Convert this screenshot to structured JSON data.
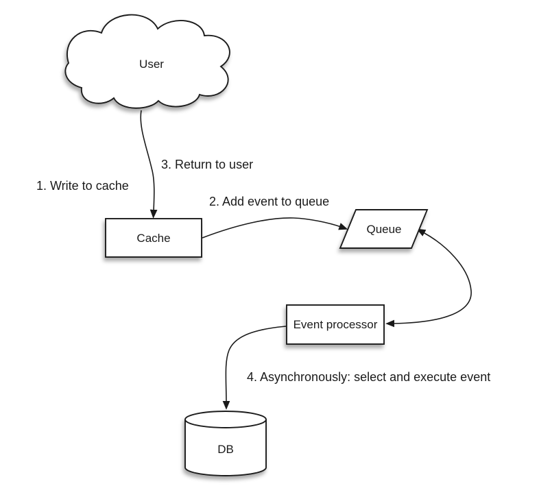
{
  "diagram": {
    "type": "flow-diagram",
    "nodes": {
      "user": {
        "label": "User",
        "shape": "cloud"
      },
      "cache": {
        "label": "Cache",
        "shape": "rectangle"
      },
      "queue": {
        "label": "Queue",
        "shape": "parallelogram"
      },
      "event_processor": {
        "label": "Event processor",
        "shape": "rectangle"
      },
      "db": {
        "label": "DB",
        "shape": "cylinder"
      }
    },
    "steps": {
      "step1": "1. Write to cache",
      "step2": "2. Add event to queue",
      "step3": "3. Return to user",
      "step4": "4. Asynchronously: select and execute event"
    },
    "edges": [
      {
        "from": "user",
        "to": "cache",
        "style": "curved",
        "heads": "end",
        "labels": [
          "step1",
          "step3"
        ]
      },
      {
        "from": "cache",
        "to": "queue",
        "style": "curved",
        "heads": "end",
        "labels": [
          "step2"
        ]
      },
      {
        "from": "queue",
        "to": "event_processor",
        "style": "curved",
        "heads": "both",
        "labels": []
      },
      {
        "from": "event_processor",
        "to": "db",
        "style": "curved",
        "heads": "end",
        "labels": [
          "step4"
        ]
      }
    ],
    "colors": {
      "background": "#ffffff",
      "shape_fill": "#ffffff",
      "stroke": "#1a1a1a",
      "text": "#1a1a1a"
    }
  }
}
